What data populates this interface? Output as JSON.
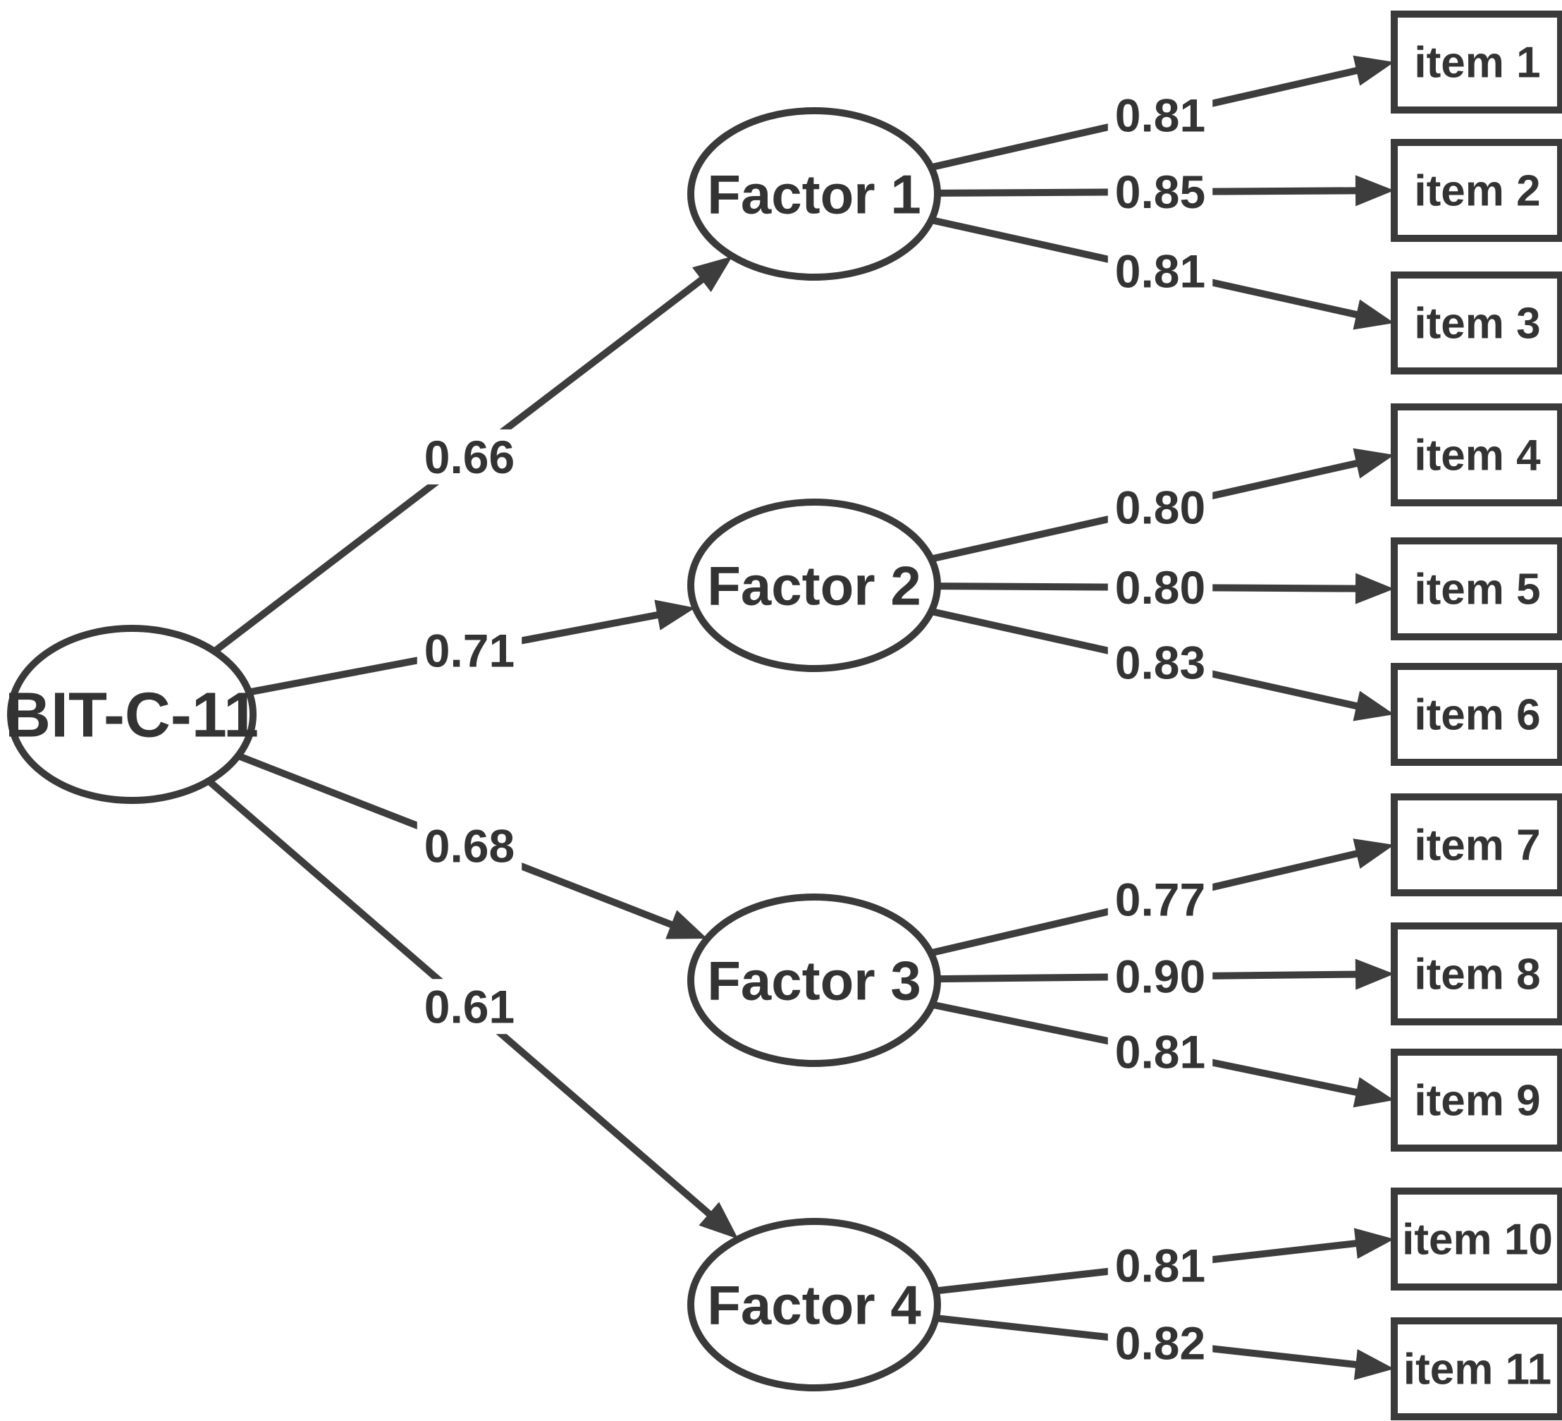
{
  "colors": {
    "ink": "#3a3a3a",
    "line": "#3d3d3d",
    "background": "#ffffff",
    "text": "#2f2f2f"
  },
  "diagram": {
    "type": "confirmatory-factor-analysis-path-diagram",
    "root": {
      "label": "BIT-C-11"
    },
    "factors": [
      {
        "label": "Factor 1",
        "loading_from_root": "0.66",
        "items": [
          {
            "label": "item 1",
            "loading": "0.81"
          },
          {
            "label": "item 2",
            "loading": "0.85"
          },
          {
            "label": "item 3",
            "loading": "0.81"
          }
        ]
      },
      {
        "label": "Factor 2",
        "loading_from_root": "0.71",
        "items": [
          {
            "label": "item 4",
            "loading": "0.80"
          },
          {
            "label": "item 5",
            "loading": "0.80"
          },
          {
            "label": "item 6",
            "loading": "0.83"
          }
        ]
      },
      {
        "label": "Factor 3",
        "loading_from_root": "0.68",
        "items": [
          {
            "label": "item 7",
            "loading": "0.77"
          },
          {
            "label": "item 8",
            "loading": "0.90"
          },
          {
            "label": "item 9",
            "loading": "0.81"
          }
        ]
      },
      {
        "label": "Factor 4",
        "loading_from_root": "0.61",
        "items": [
          {
            "label": "item 10",
            "loading": "0.81"
          },
          {
            "label": "item 11",
            "loading": "0.82"
          }
        ]
      }
    ]
  }
}
